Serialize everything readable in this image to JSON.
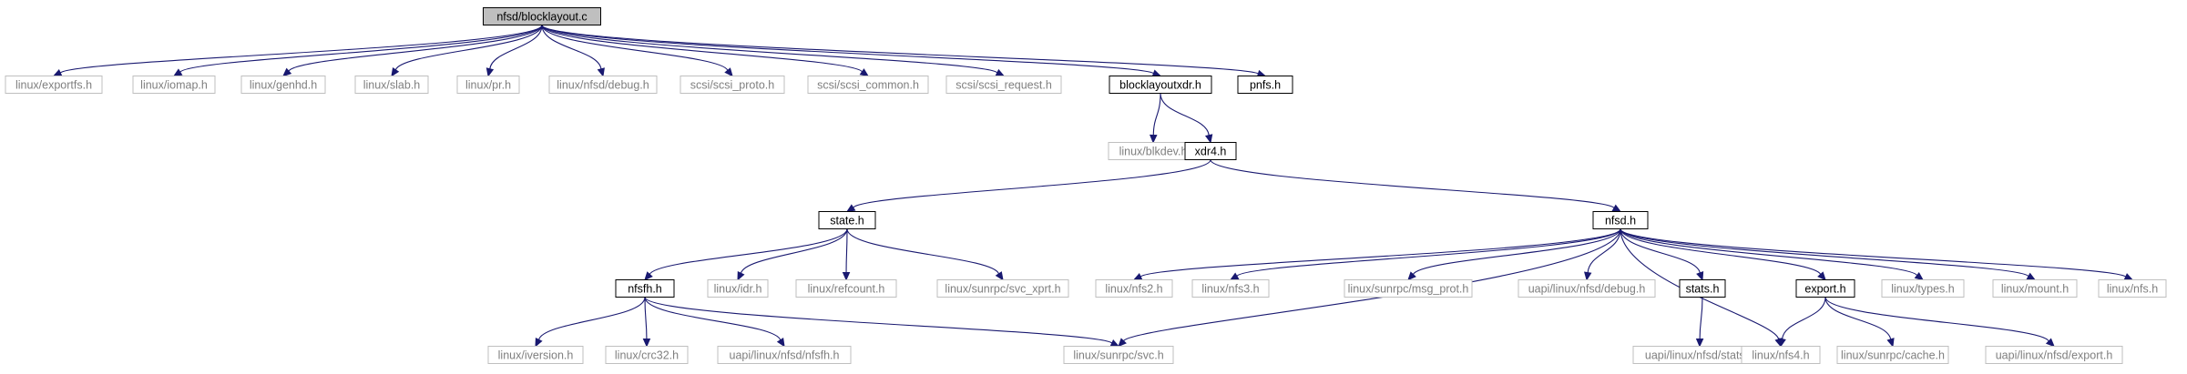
{
  "diagram": {
    "colors": {
      "edge": "#191970",
      "dark_border": "#000000",
      "light_border": "#bfbfbf",
      "light_text": "#7f7f7f",
      "root_fill": "#bfbfbf"
    },
    "nodes": [
      {
        "id": "root",
        "label": "nfsd/blocklayout.c",
        "style": "root"
      },
      {
        "id": "exportfs",
        "label": "linux/exportfs.h",
        "style": "light"
      },
      {
        "id": "iomap",
        "label": "linux/iomap.h",
        "style": "light"
      },
      {
        "id": "genhd",
        "label": "linux/genhd.h",
        "style": "light"
      },
      {
        "id": "slab",
        "label": "linux/slab.h",
        "style": "light"
      },
      {
        "id": "pr",
        "label": "linux/pr.h",
        "style": "light"
      },
      {
        "id": "nfsd_debug",
        "label": "linux/nfsd/debug.h",
        "style": "light"
      },
      {
        "id": "scsi_proto",
        "label": "scsi/scsi_proto.h",
        "style": "light"
      },
      {
        "id": "scsi_common",
        "label": "scsi/scsi_common.h",
        "style": "light"
      },
      {
        "id": "scsi_request",
        "label": "scsi/scsi_request.h",
        "style": "light"
      },
      {
        "id": "blocklayoutxdr",
        "label": "blocklayoutxdr.h",
        "style": "dark"
      },
      {
        "id": "pnfs",
        "label": "pnfs.h",
        "style": "dark"
      },
      {
        "id": "blkdev",
        "label": "linux/blkdev.h",
        "style": "light"
      },
      {
        "id": "xdr4",
        "label": "xdr4.h",
        "style": "dark"
      },
      {
        "id": "state",
        "label": "state.h",
        "style": "dark"
      },
      {
        "id": "nfsd",
        "label": "nfsd.h",
        "style": "dark"
      },
      {
        "id": "nfsfh",
        "label": "nfsfh.h",
        "style": "dark"
      },
      {
        "id": "idr",
        "label": "linux/idr.h",
        "style": "light"
      },
      {
        "id": "refcount",
        "label": "linux/refcount.h",
        "style": "light"
      },
      {
        "id": "svc_xprt",
        "label": "linux/sunrpc/svc_xprt.h",
        "style": "light"
      },
      {
        "id": "nfs2",
        "label": "linux/nfs2.h",
        "style": "light"
      },
      {
        "id": "nfs3",
        "label": "linux/nfs3.h",
        "style": "light"
      },
      {
        "id": "msg_prot",
        "label": "linux/sunrpc/msg_prot.h",
        "style": "light"
      },
      {
        "id": "uapi_nfsd_debug",
        "label": "uapi/linux/nfsd/debug.h",
        "style": "light"
      },
      {
        "id": "stats",
        "label": "stats.h",
        "style": "dark"
      },
      {
        "id": "export",
        "label": "export.h",
        "style": "dark"
      },
      {
        "id": "types",
        "label": "linux/types.h",
        "style": "light"
      },
      {
        "id": "mount",
        "label": "linux/mount.h",
        "style": "light"
      },
      {
        "id": "nfs",
        "label": "linux/nfs.h",
        "style": "light"
      },
      {
        "id": "iversion",
        "label": "linux/iversion.h",
        "style": "light"
      },
      {
        "id": "crc32",
        "label": "linux/crc32.h",
        "style": "light"
      },
      {
        "id": "uapi_nfsfh",
        "label": "uapi/linux/nfsd/nfsfh.h",
        "style": "light"
      },
      {
        "id": "svc",
        "label": "linux/sunrpc/svc.h",
        "style": "light"
      },
      {
        "id": "uapi_stats",
        "label": "uapi/linux/nfsd/stats.h",
        "style": "light"
      },
      {
        "id": "nfs4",
        "label": "linux/nfs4.h",
        "style": "light"
      },
      {
        "id": "cache",
        "label": "linux/sunrpc/cache.h",
        "style": "light"
      },
      {
        "id": "uapi_export",
        "label": "uapi/linux/nfsd/export.h",
        "style": "light"
      }
    ],
    "edges": [
      [
        "root",
        "exportfs"
      ],
      [
        "root",
        "iomap"
      ],
      [
        "root",
        "genhd"
      ],
      [
        "root",
        "slab"
      ],
      [
        "root",
        "pr"
      ],
      [
        "root",
        "nfsd_debug"
      ],
      [
        "root",
        "scsi_proto"
      ],
      [
        "root",
        "scsi_common"
      ],
      [
        "root",
        "scsi_request"
      ],
      [
        "root",
        "blocklayoutxdr"
      ],
      [
        "root",
        "pnfs"
      ],
      [
        "blocklayoutxdr",
        "blkdev"
      ],
      [
        "blocklayoutxdr",
        "xdr4"
      ],
      [
        "xdr4",
        "state"
      ],
      [
        "xdr4",
        "nfsd"
      ],
      [
        "state",
        "nfsfh"
      ],
      [
        "state",
        "idr"
      ],
      [
        "state",
        "refcount"
      ],
      [
        "state",
        "svc_xprt"
      ],
      [
        "nfsd",
        "nfs2"
      ],
      [
        "nfsd",
        "nfs3"
      ],
      [
        "nfsd",
        "msg_prot"
      ],
      [
        "nfsd",
        "uapi_nfsd_debug"
      ],
      [
        "nfsd",
        "stats"
      ],
      [
        "nfsd",
        "export"
      ],
      [
        "nfsd",
        "types"
      ],
      [
        "nfsd",
        "mount"
      ],
      [
        "nfsd",
        "nfs"
      ],
      [
        "nfsd",
        "svc"
      ],
      [
        "nfsd",
        "nfs4"
      ],
      [
        "nfsfh",
        "iversion"
      ],
      [
        "nfsfh",
        "crc32"
      ],
      [
        "nfsfh",
        "uapi_nfsfh"
      ],
      [
        "nfsfh",
        "svc"
      ],
      [
        "stats",
        "uapi_stats"
      ],
      [
        "export",
        "nfs4"
      ],
      [
        "export",
        "cache"
      ],
      [
        "export",
        "uapi_export"
      ]
    ]
  }
}
